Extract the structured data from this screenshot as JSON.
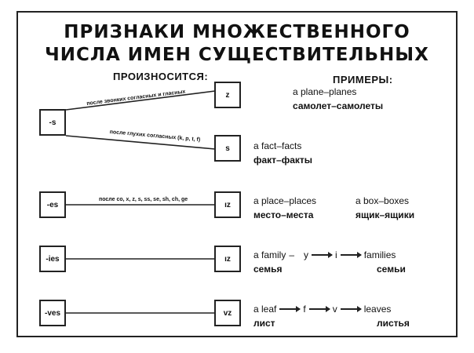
{
  "title": {
    "line1": "ПРИЗНАКИ МНОЖЕСТВЕННОГО",
    "line2": "ЧИСЛА ИМЕН СУЩЕСТВИТЕЛЬНЫХ"
  },
  "headers": {
    "pronounced": "ПРОИЗНОСИТСЯ:",
    "examples": "ПРИМЕРЫ:"
  },
  "rows": {
    "s": {
      "suffix": "-s",
      "voiced_label": "после звонких согласных и гласных",
      "voiceless_label": "после глухих согласных (k, p, t, f)",
      "sound_z": "z",
      "sound_s": "s",
      "ex_z_en": "a plane–planes",
      "ex_z_ru": "самолет–самолеты",
      "ex_s_en": "a fact–facts",
      "ex_s_ru": "факт–факты"
    },
    "es": {
      "suffix": "-es",
      "label": "после co, x, z, s, ss, se, sh, ch, ge",
      "sound": "ız",
      "ex1_en": "a place–places",
      "ex1_ru": "место–места",
      "ex2_en": "a box–boxes",
      "ex2_ru": "ящик–ящики"
    },
    "ies": {
      "suffix": "-ies",
      "sound": "ız",
      "w1": "a family",
      "dash": "–",
      "y": "y",
      "i": "i",
      "w2": "families",
      "ru1": "семья",
      "ru2": "семьи"
    },
    "ves": {
      "suffix": "-ves",
      "sound": "vz",
      "w1": "a leaf",
      "f": "f",
      "v": "v",
      "w2": "leaves",
      "ru1": "лист",
      "ru2": "листья"
    }
  }
}
